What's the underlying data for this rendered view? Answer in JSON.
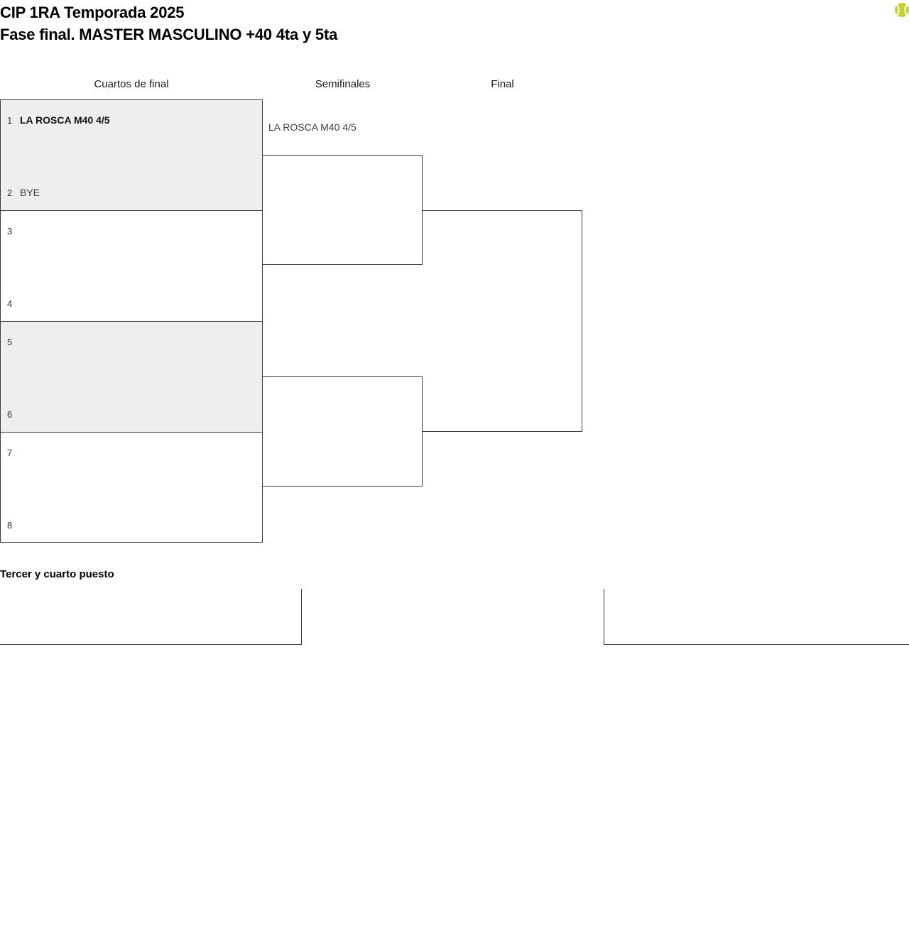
{
  "document": {
    "title_line_1": "CIP 1RA Temporada 2025",
    "title_line_2": "Fase final. MASTER MASCULINO +40 4ta y 5ta"
  },
  "icons": {
    "tennis_ball": "tennis-ball-icon"
  },
  "colors": {
    "shaded_row": "#eeeeee",
    "border": "#3a3a3a",
    "text": "#3c3c3c",
    "ball_body": "#c3d22e",
    "ball_seam": "#ffffff"
  },
  "rounds": [
    {
      "key": "qf",
      "label": "Cuartos de final"
    },
    {
      "key": "sf",
      "label": "Semifinales"
    },
    {
      "key": "final",
      "label": "Final"
    }
  ],
  "quarterfinals": [
    {
      "shaded": true,
      "top": {
        "seed": "1",
        "team": "LA ROSCA M40 4/5",
        "winner": true
      },
      "bottom": {
        "seed": "2",
        "team": "BYE",
        "winner": false
      }
    },
    {
      "shaded": false,
      "top": {
        "seed": "3",
        "team": "",
        "winner": false
      },
      "bottom": {
        "seed": "4",
        "team": "",
        "winner": false
      }
    },
    {
      "shaded": true,
      "top": {
        "seed": "5",
        "team": "",
        "winner": false
      },
      "bottom": {
        "seed": "6",
        "team": "",
        "winner": false
      }
    },
    {
      "shaded": false,
      "top": {
        "seed": "7",
        "team": "",
        "winner": false
      },
      "bottom": {
        "seed": "8",
        "team": "",
        "winner": false
      }
    }
  ],
  "semifinals": [
    {
      "team": "LA ROSCA M40 4/5"
    },
    {
      "team": ""
    }
  ],
  "final": [
    {
      "team": ""
    }
  ],
  "third_place": {
    "title": "Tercer y cuarto puesto",
    "left_slot": "",
    "right_slot": ""
  }
}
